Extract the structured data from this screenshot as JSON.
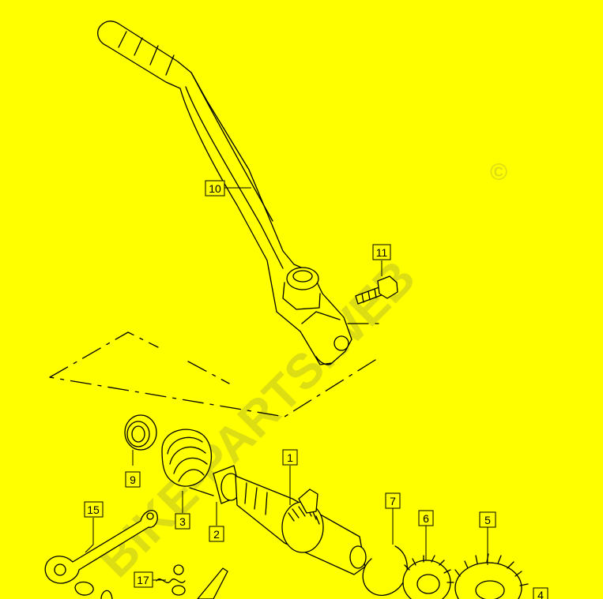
{
  "watermark": {
    "text": "BIKE-PARTS.WEB",
    "symbol": "©"
  },
  "callouts": {
    "c1": "1",
    "c2": "2",
    "c3": "3",
    "c4": "4",
    "c5": "5",
    "c6": "6",
    "c7": "7",
    "c9": "9",
    "c10": "10",
    "c11": "11",
    "c15": "15",
    "c17": "17"
  },
  "colors": {
    "background": "#ffff00",
    "line": "#000000",
    "watermark": "#b5b52a"
  }
}
